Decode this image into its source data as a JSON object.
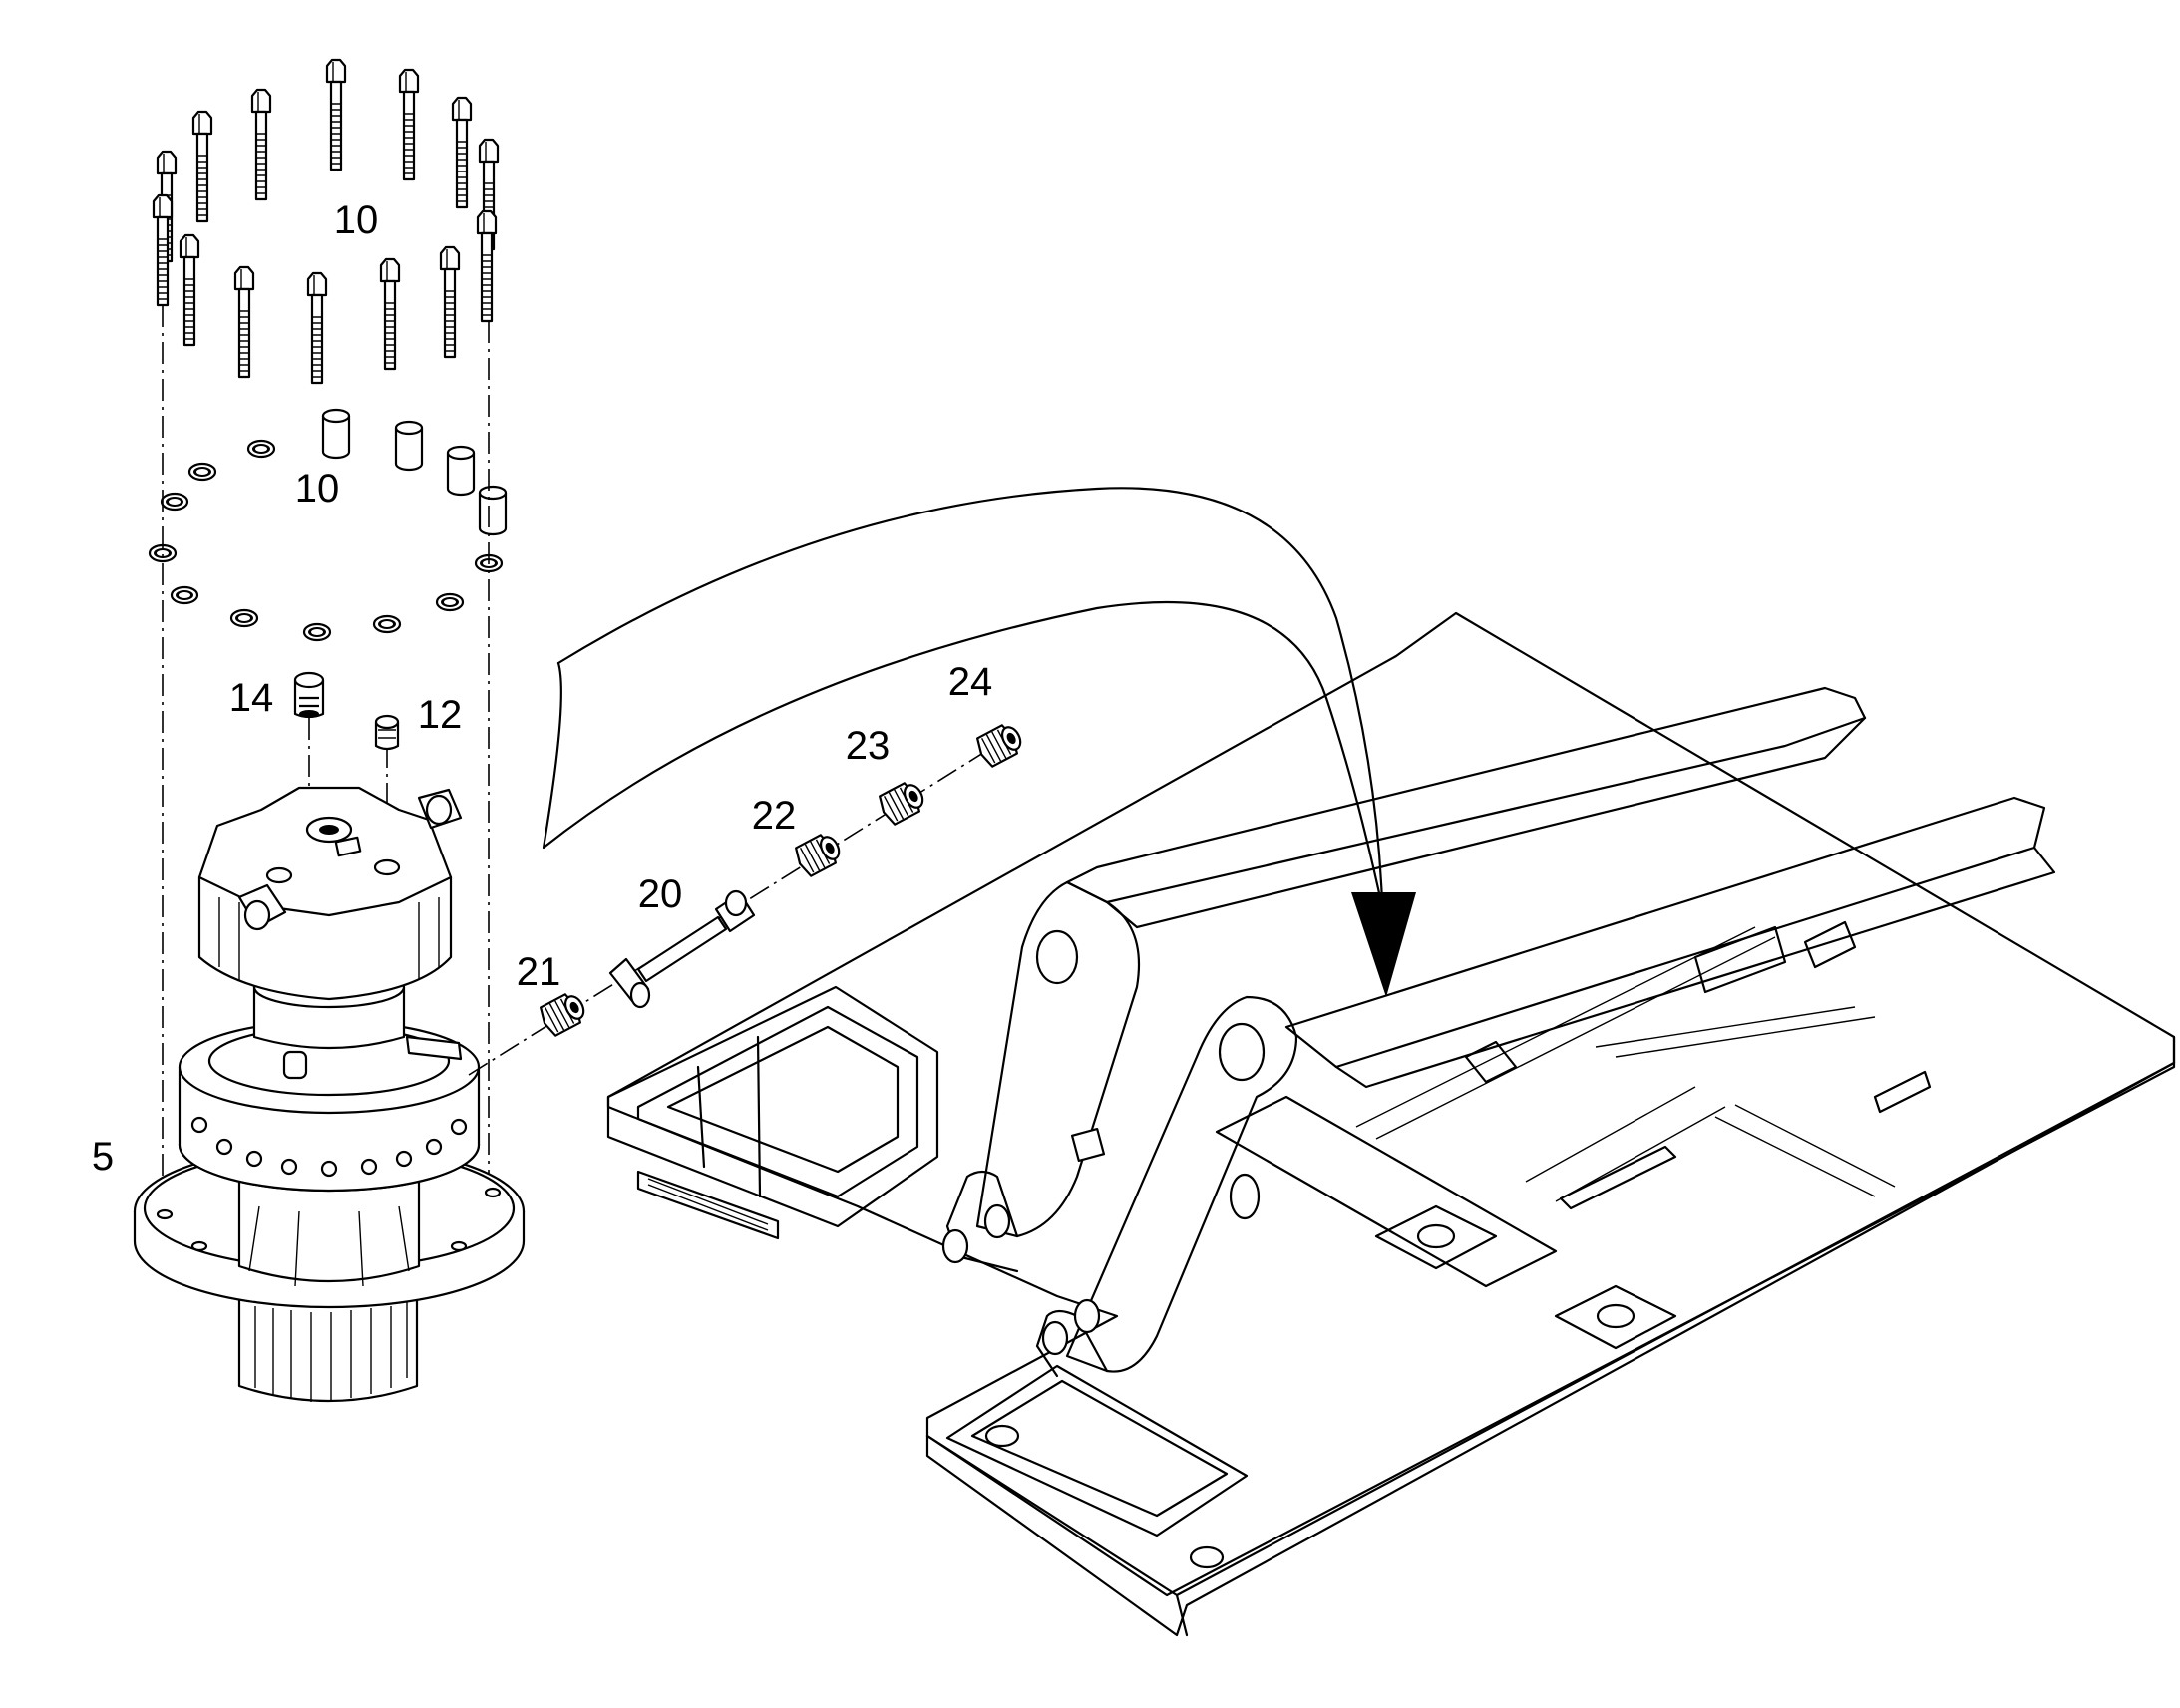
{
  "callouts": [
    {
      "id": "bolts",
      "text": "10"
    },
    {
      "id": "washers",
      "text": "10"
    },
    {
      "id": "fitting-14",
      "text": "14"
    },
    {
      "id": "fitting-12",
      "text": "12"
    },
    {
      "id": "swing-motor",
      "text": "5"
    },
    {
      "id": "fitting-21",
      "text": "21"
    },
    {
      "id": "hose-20",
      "text": "20"
    },
    {
      "id": "fitting-22",
      "text": "22"
    },
    {
      "id": "fitting-23",
      "text": "23"
    },
    {
      "id": "fitting-24",
      "text": "24"
    }
  ]
}
